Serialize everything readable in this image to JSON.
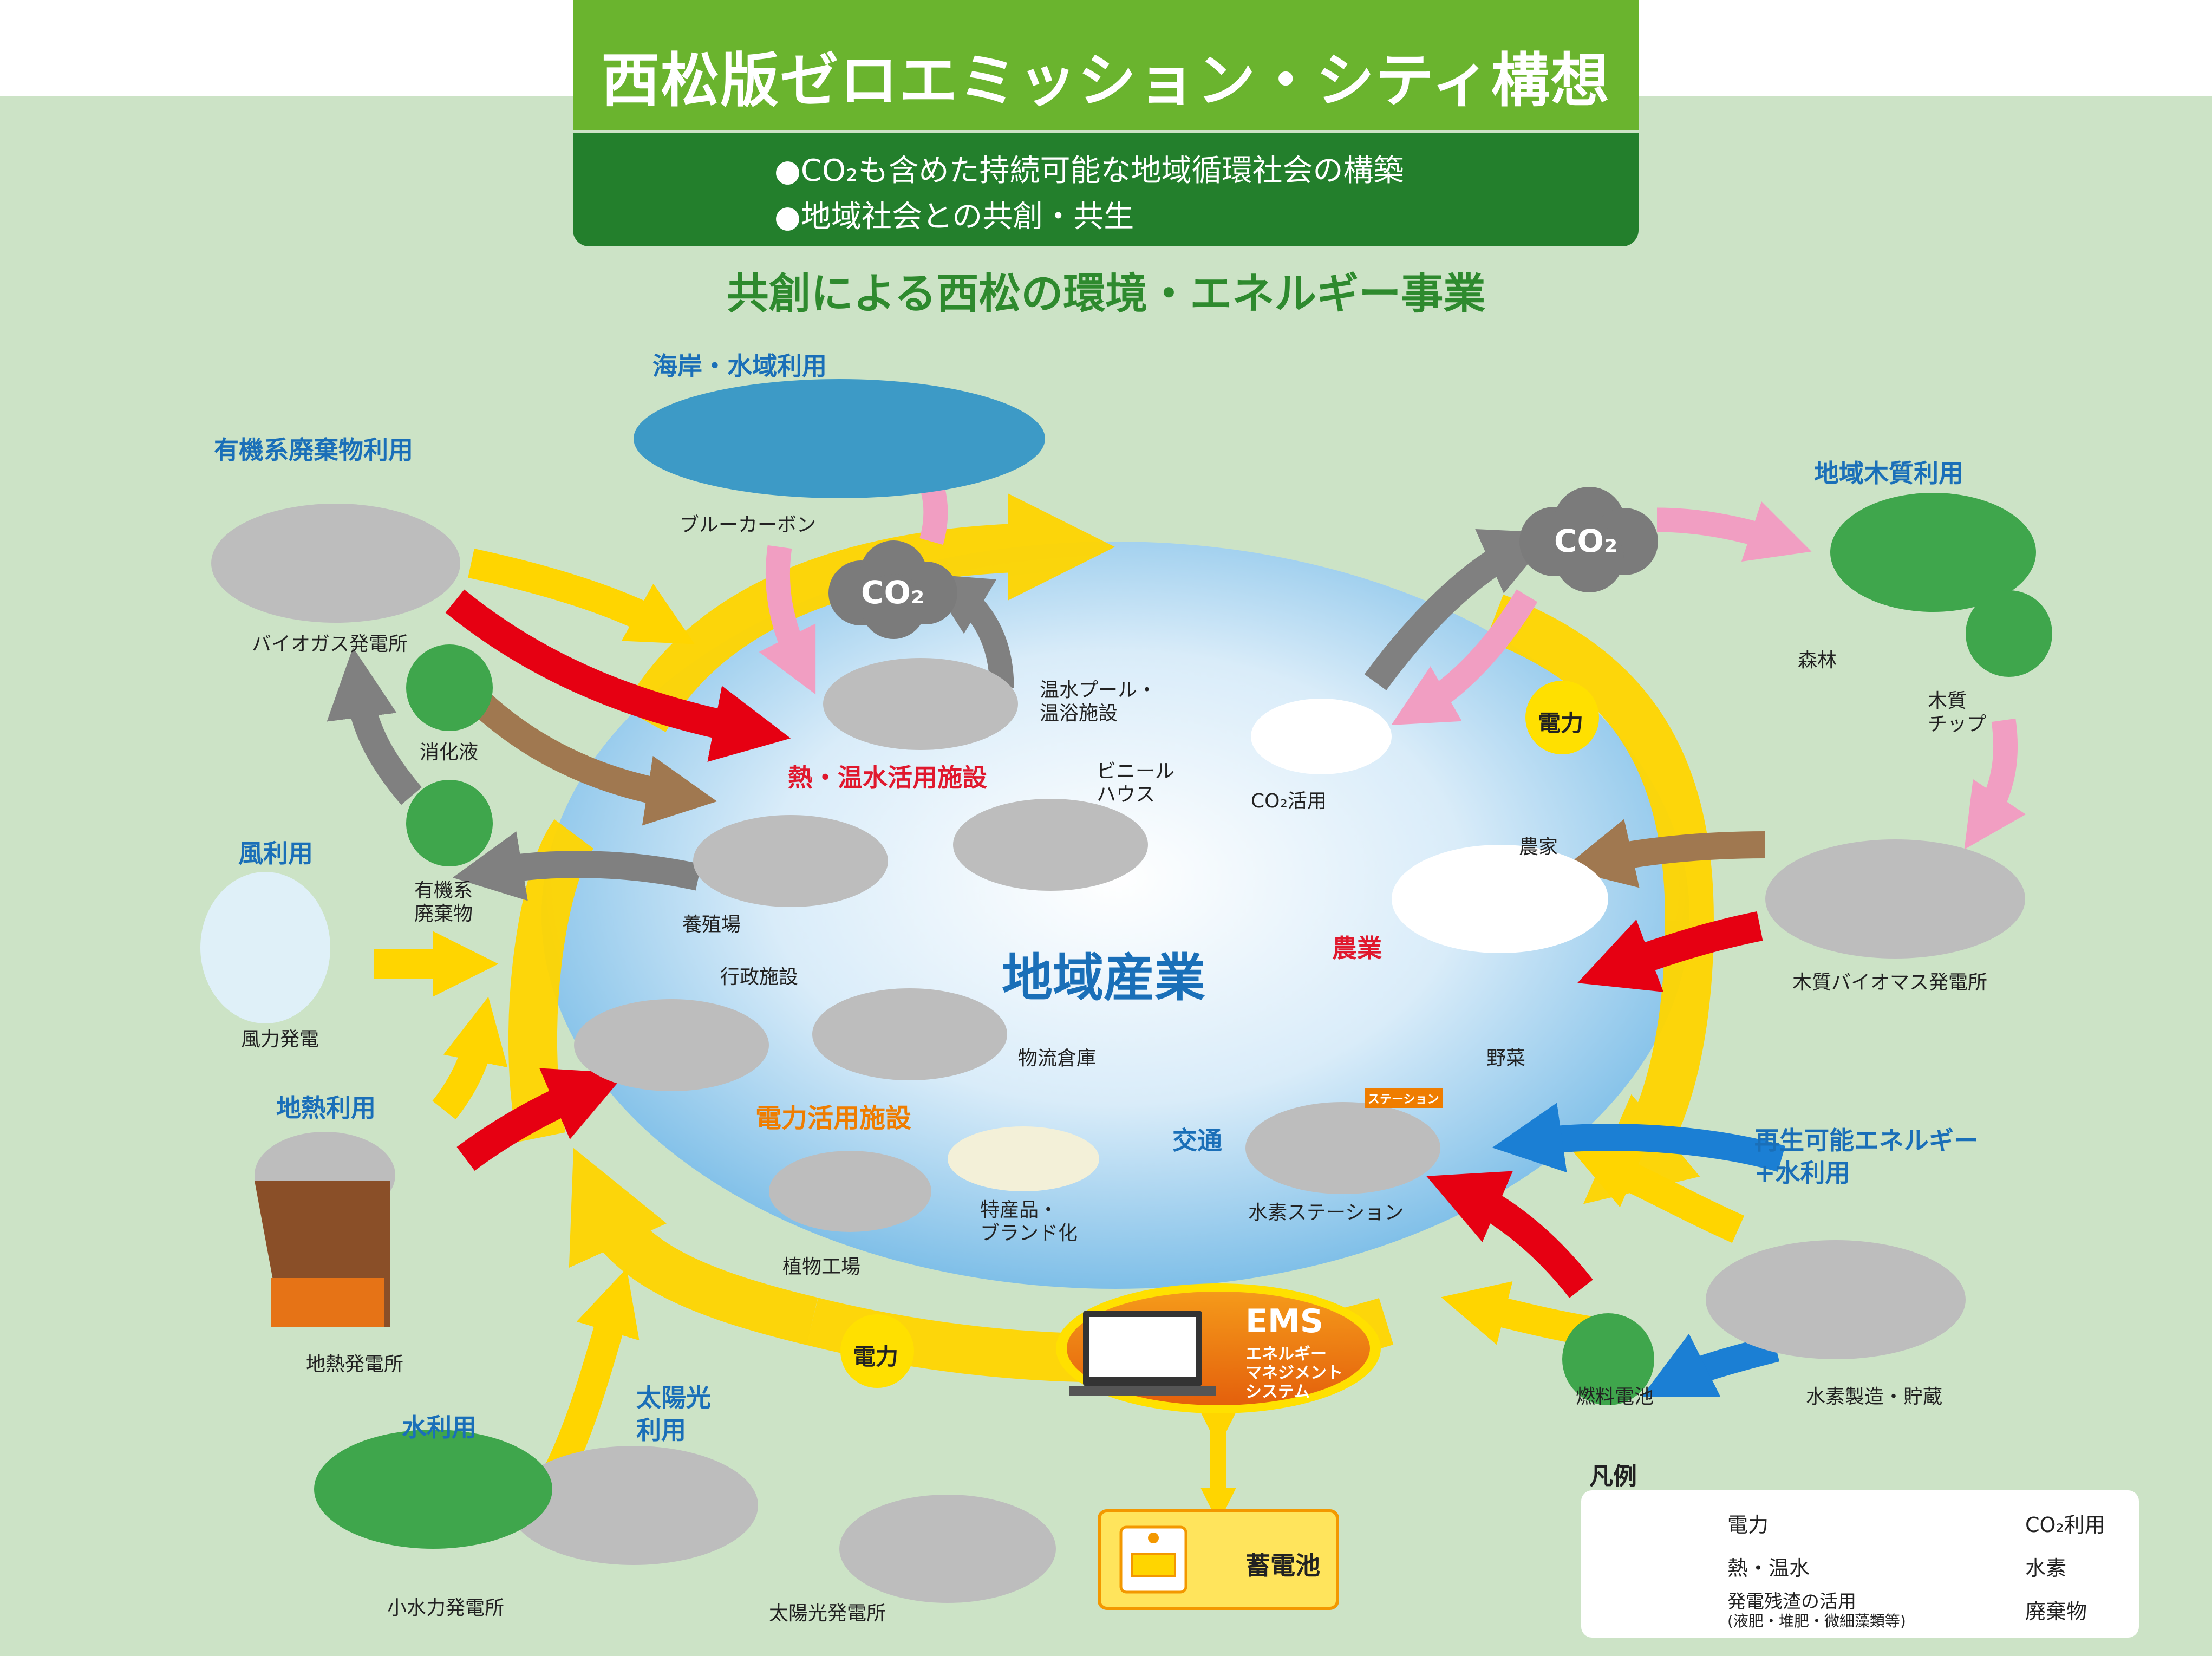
{
  "header": {
    "title": "西松版ゼロエミッション・シティ構想",
    "bullets": [
      "●CO₂も含めた持続可能な地域循環社会の構築",
      "●地域社会との共創・共生"
    ],
    "subtitle": "共創による西松の環境・エネルギー事業"
  },
  "center": {
    "title": "地域産業"
  },
  "categories": {
    "organic": "有機系廃棄物利用",
    "coastal": "海岸・水域利用",
    "wood": "地域木質利用",
    "wind": "風利用",
    "geothermal": "地熱利用",
    "renewable_line1": "再生可能エネルギー",
    "renewable_line2": "+水利用",
    "water": "水利用",
    "solar_line1": "太陽光",
    "solar_line2": "利用",
    "heat_facility": "熱・温水活用施設",
    "agriculture": "農業",
    "power_facility": "電力活用施設",
    "transport": "交通"
  },
  "labels": {
    "biogas": "バイオガス発電所",
    "digestate": "消化液",
    "organic_waste_1": "有機系",
    "organic_waste_2": "廃棄物",
    "blue_carbon": "ブルーカーボン",
    "pool_1": "温水プール・",
    "pool_2": "温浴施設",
    "greenhouse_1": "ビニール",
    "greenhouse_2": "ハウス",
    "aquaculture": "養殖場",
    "co2_use": "CO₂活用",
    "forest": "森林",
    "chip_1": "木質",
    "chip_2": "チップ",
    "farmer": "農家",
    "vegetable": "野菜",
    "biomass_plant": "木質バイオマス発電所",
    "wind_plant": "風力発電",
    "admin": "行政施設",
    "warehouse": "物流倉庫",
    "specialty_1": "特産品・",
    "specialty_2": "ブランド化",
    "plant_factory": "植物工場",
    "hydrogen_station": "水素ステーション",
    "station_sign": "ステーション",
    "geothermal_plant": "地熱発電所",
    "hydrogen_plant": "水素製造・貯蔵",
    "fuel_cell": "燃料電池",
    "small_hydro": "小水力発電所",
    "solar_plant": "太陽光発電所",
    "battery": "蓄電池",
    "power_1": "電力",
    "power_2": "電力",
    "co2": "CO₂"
  },
  "ems": {
    "title": "EMS",
    "line1": "エネルギー",
    "line2": "マネジメント",
    "line3": "システム"
  },
  "legend": {
    "title": "凡例",
    "items": [
      {
        "label": "電力",
        "color": "#ffd500"
      },
      {
        "label": "CO₂利用",
        "color": "#f19ec2"
      },
      {
        "label": "熱・温水",
        "color": "#e60012"
      },
      {
        "label": "水素",
        "color": "#1b7fd4"
      },
      {
        "label": "発電残渣の活用",
        "note": "(液肥・堆肥・微細藻類等)",
        "color": "#a07850"
      },
      {
        "label": "廃棄物",
        "color": "#808080"
      }
    ]
  },
  "colors": {
    "power": "#ffd500",
    "heat": "#e60012",
    "residue": "#a07850",
    "co2": "#f19ec2",
    "hydrogen": "#1b7fd4",
    "waste": "#808080",
    "header_green": "#6ab42e",
    "header_dark": "#237f2c",
    "background": "#cce3c6"
  }
}
